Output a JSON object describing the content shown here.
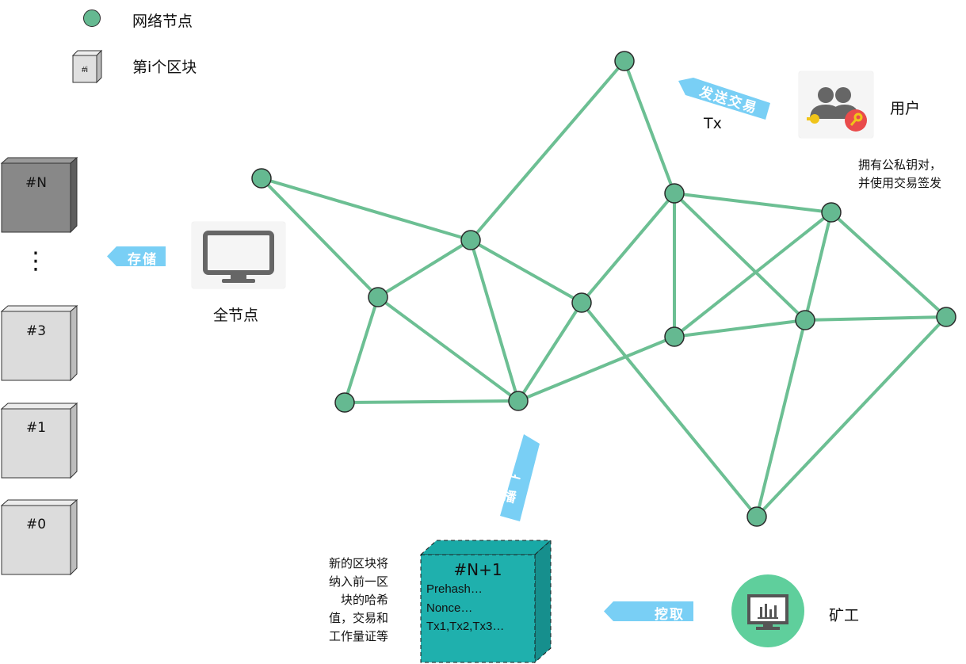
{
  "legend": {
    "node_label": "网络节点",
    "block_icon_text": "#i",
    "block_label": "第i个区块"
  },
  "chain": {
    "blocks": [
      "#N",
      "#3",
      "#1",
      "#0"
    ],
    "ellipsis": "⋮"
  },
  "full_node": {
    "label": "全节点",
    "store_arrow": "存储",
    "icon": "monitor-icon"
  },
  "user": {
    "label": "用户",
    "icon": "users-with-keys-icon",
    "description_line1": "拥有公私钥对，",
    "description_line2": "并使用交易签发",
    "send_arrow": "发送交易",
    "tx_label": "Tx"
  },
  "broadcast": {
    "arrow_text": "广播"
  },
  "miner": {
    "label": "矿工",
    "mine_arrow": "挖取",
    "icon": "monitor-chart-icon"
  },
  "new_block": {
    "title": "#N+1",
    "line1": "Prehash…",
    "line2": "Nonce…",
    "line3": "Tx1,Tx2,Tx3…",
    "note_lines": [
      "新的区块将",
      "纳入前一区",
      "块的哈希",
      "值，交易和",
      "工作量证等"
    ]
  },
  "colors": {
    "node_fill": "#65b991",
    "edge": "#6cbf93",
    "arrow": "#79cff5",
    "new_block": "#1fb0ad",
    "miner_circle": "#5fcf9c"
  }
}
